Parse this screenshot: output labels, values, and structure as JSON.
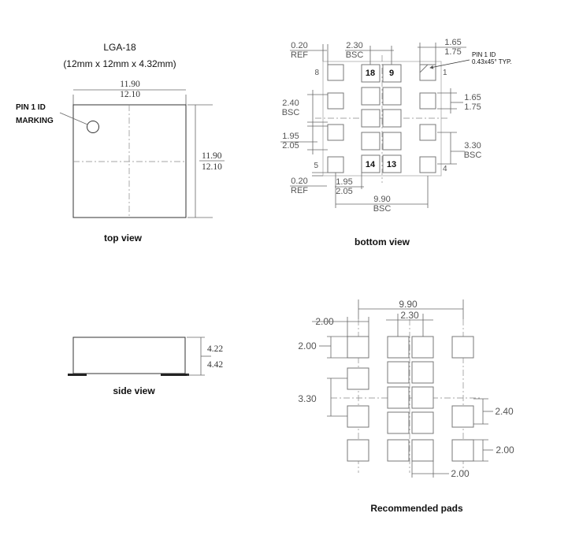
{
  "package": {
    "name": "LGA-18",
    "dimensions_text": "(12mm x 12mm x 4.32mm)"
  },
  "top_view": {
    "label": "top view",
    "pin1_label_line1": "PIN 1 ID",
    "pin1_label_line2": "MARKING",
    "width_min": "11.90",
    "width_max": "12.10",
    "height_min": "11.90",
    "height_max": "12.10"
  },
  "bottom_view": {
    "label": "bottom view",
    "ref_top_val": "0.20",
    "ref_top_unit": "REF",
    "pitch_top_val": "2.30",
    "pitch_top_unit": "BSC",
    "pad_w_min": "1.65",
    "pad_w_max": "1.75",
    "pin1_id_line1": "PIN 1 ID",
    "pin1_id_line2": "0.43x45° TYP.",
    "pitch_left_val": "2.40",
    "pitch_left_unit": "BSC",
    "pad_h_min": "1.95",
    "pad_h_max": "2.05",
    "pad_w2_min": "1.65",
    "pad_w2_max": "1.75",
    "row_pitch_val": "3.30",
    "row_pitch_unit": "BSC",
    "ref_bot_val": "0.20",
    "ref_bot_unit": "REF",
    "pad_b_min": "1.95",
    "pad_b_max": "2.05",
    "span_val": "9.90",
    "span_unit": "BSC",
    "pin_8": "8",
    "pin_1": "1",
    "pin_5": "5",
    "pin_4": "4",
    "pin_18": "18",
    "pin_9": "9",
    "pin_14": "14",
    "pin_13": "13"
  },
  "side_view": {
    "label": "side view",
    "h_min": "4.22",
    "h_max": "4.42"
  },
  "recommended_pads": {
    "label": "Recommended pads",
    "span": "9.90",
    "pad_w": "2.00",
    "pitch": "2.30",
    "pad_h": "2.00",
    "row_pitch": "3.30",
    "pitch_v": "2.40",
    "pad_h2": "2.00",
    "pad_w_bot": "2.00"
  }
}
